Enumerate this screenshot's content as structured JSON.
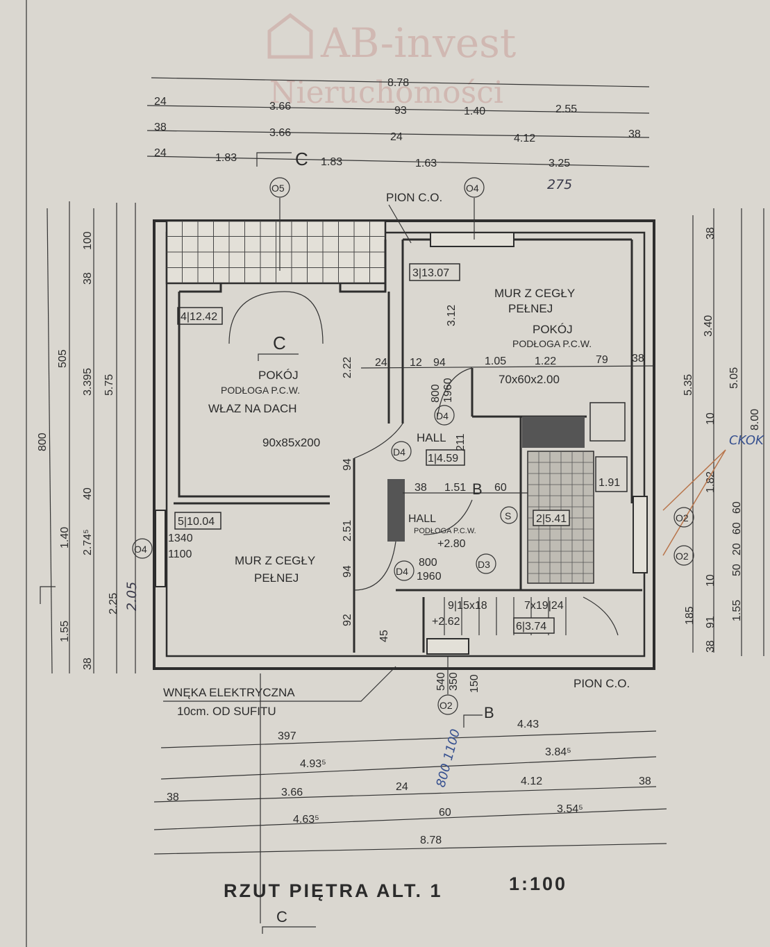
{
  "watermark": {
    "line1": "AB-invest",
    "line2": "Nieruchomości"
  },
  "title": "RZUT PIĘTRA ALT. 1",
  "scale": "1:100",
  "section_marks": {
    "c": "C",
    "b": "B"
  },
  "top_dims": {
    "row1": [
      "8.78"
    ],
    "row2": [
      "24",
      "3.66",
      "93",
      "1.40",
      "2.55"
    ],
    "row3": [
      "38",
      "3.66",
      "24",
      "4.12",
      "38"
    ],
    "row4": [
      "24",
      "1.83",
      "1.83",
      "1.63",
      "3.25"
    ],
    "handwritten": "275"
  },
  "bottom_dims": {
    "row1": [
      "397",
      "4.43"
    ],
    "row2": [
      "4.93⁵",
      "3.84⁵"
    ],
    "row3": [
      "38",
      "3.66",
      "24",
      "4.12",
      "38"
    ],
    "row4": [
      "4.63⁵",
      "60",
      "3.54⁵"
    ],
    "row5": [
      "8.78"
    ],
    "handwritten": "800 1100"
  },
  "left_dims": [
    "800",
    "505",
    "5.75",
    "100",
    "38",
    "3.395",
    "40",
    "1.40",
    "2.74⁵",
    "2.25",
    "2.05",
    "1.55",
    "38"
  ],
  "right_dims": [
    "38",
    "3.40",
    "5.35",
    "5.05",
    "10",
    "1.82",
    "8.00",
    "60",
    "20",
    "60",
    "185",
    "91",
    "10",
    "1.55",
    "38",
    "50"
  ],
  "symbols": [
    "O5",
    "O4",
    "O4",
    "O2",
    "O2",
    "O2",
    "D4",
    "D4",
    "D4",
    "D3",
    "S"
  ],
  "rooms": [
    {
      "code": "4|12.42",
      "name": "POKÓJ",
      "floor": "PODŁOGA P.C.W."
    },
    {
      "code": "3|13.07",
      "name": "POKÓJ",
      "floor": "PODŁOGA P.C.W."
    },
    {
      "code": "1|4.59",
      "name": "HALL"
    },
    {
      "code": "5|10.04"
    },
    {
      "code": "2|5.41"
    },
    {
      "code": "6|3.74"
    }
  ],
  "labels": {
    "pion_top": "PION C.O.",
    "pion_bottom": "PION C.O.",
    "mur_top_1": "MUR Z CEGŁY",
    "mur_top_2": "PEŁNEJ",
    "mur_bot_1": "MUR Z CEGŁY",
    "mur_bot_2": "PEŁNEJ",
    "hatch": "WŁAZ NA DACH",
    "hatch_size": "90x85x200",
    "chimney": "70x60x2.00",
    "hall2": "HALL",
    "hall2_floor": "PODŁOGA P.C.W.",
    "level1": "+2.80",
    "level2": "+2.62",
    "stairs1": "9|15x18",
    "stairs2": "7x19|24",
    "wneka1": "WNĘKA ELEKTRYCZNA",
    "wneka2": "10cm. OD SUFITU",
    "inner": [
      "2.22",
      "3.12",
      "24",
      "12",
      "94",
      "1.05",
      "1.22",
      "79",
      "38",
      "800",
      "1960",
      "211",
      "94",
      "2.51",
      "38",
      "1.51",
      "60",
      "1.91",
      "94",
      "92",
      "45",
      "800",
      "1960",
      "1340",
      "1100",
      "540",
      "350",
      "150"
    ],
    "blue_note": "CKOK"
  }
}
